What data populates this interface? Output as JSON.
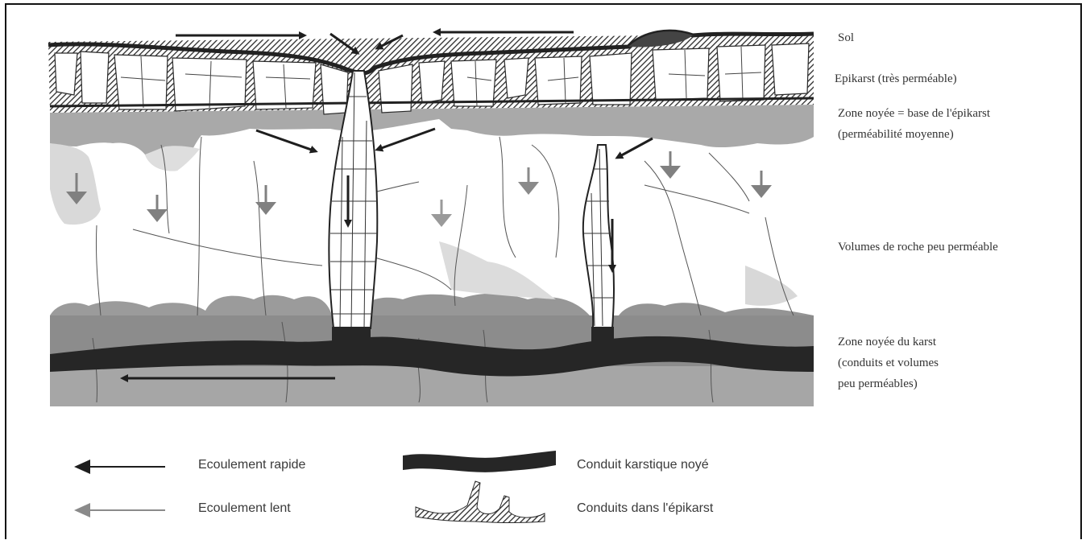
{
  "labels": {
    "sol": "Sol",
    "epikarst": "Epikarst (très perméable)",
    "zone_noyee_epikarst_1": "Zone noyée = base de l'épikarst",
    "zone_noyee_epikarst_2": "(perméabilité moyenne)",
    "volumes_roche": "Volumes de roche peu perméable",
    "zone_noyee_karst_1": "Zone noyée du karst",
    "zone_noyee_karst_2": "(conduits et volumes",
    "zone_noyee_karst_3": "peu perméables)"
  },
  "legend": {
    "fast_flow": "Ecoulement rapide",
    "slow_flow": "Ecoulement lent",
    "karst_conduit": "Conduit karstique noyé",
    "epikarst_conduits": "Conduits dans l'épikarst"
  },
  "colors": {
    "fast_arrow": "#1e1e1e",
    "slow_arrow": "#8a8a8a",
    "saturated_zone": "#8c8c8c",
    "epikarst_base": "#a9a9a9",
    "conduit": "#262626",
    "line": "#333333"
  }
}
